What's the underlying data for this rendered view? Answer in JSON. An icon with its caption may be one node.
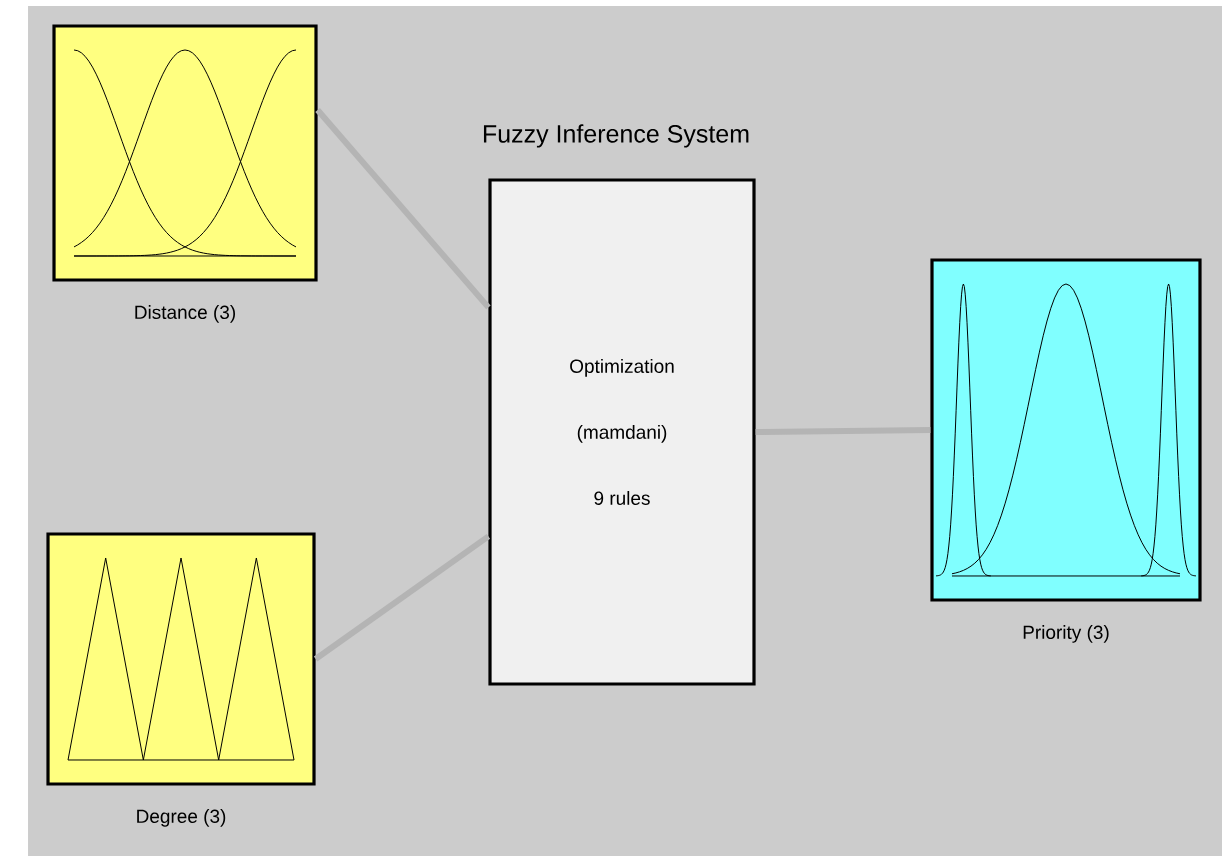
{
  "diagram": {
    "title": "Fuzzy Inference System",
    "nodes": [
      {
        "text": [
          "Distance (3)"
        ]
      },
      {
        "text": [
          "Degree (3)"
        ]
      },
      {
        "text": [
          "Optimization",
          "(mamdani)",
          "9 rules"
        ]
      },
      {
        "text": [
          "Priority (3)"
        ]
      }
    ],
    "edges": [
      {
        "from": 0,
        "to": 2,
        "arrow": "none"
      },
      {
        "from": 1,
        "to": 2,
        "arrow": "none"
      },
      {
        "from": 2,
        "to": 3,
        "arrow": "none"
      }
    ]
  }
}
